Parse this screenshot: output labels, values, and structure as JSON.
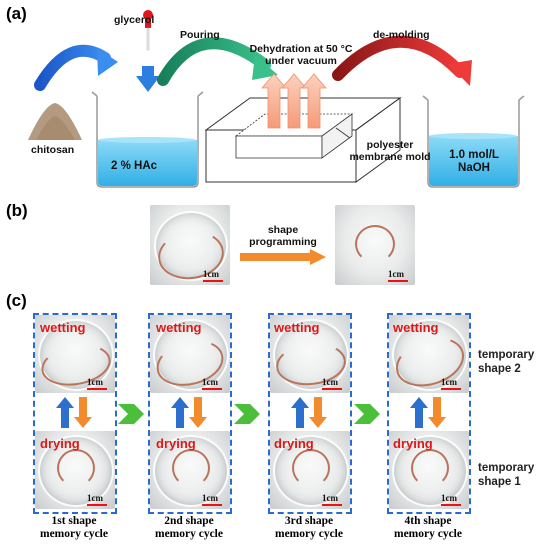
{
  "panel_a": {
    "label": "(a)",
    "chitosan": "chitosan",
    "glycerol": "glycerol",
    "beaker1": "2 % HAc",
    "pouring": "Pouring",
    "dehydration_line1": "Dehydration at 50 °C",
    "dehydration_line2": "under vacuum",
    "demolding": "de-molding",
    "mold_line1": "polyester",
    "mold_line2": "membrane mold",
    "beaker2_line1": "1.0 mol/L",
    "beaker2_line2": "NaOH"
  },
  "panel_b": {
    "label": "(b)",
    "arrow_line1": "shape",
    "arrow_line2": "programming",
    "scale": "1cm"
  },
  "panel_c": {
    "label": "(c)",
    "wetting": "wetting",
    "drying": "drying",
    "scale": "1cm",
    "temporary_2_line1": "temporary",
    "temporary_2_line2": "shape 2",
    "temporary_1_line1": "temporary",
    "temporary_1_line2": "shape 1",
    "cycles": [
      {
        "line1": "1st shape",
        "line2": "memory cycle"
      },
      {
        "line1": "2nd shape",
        "line2": "memory cycle"
      },
      {
        "line1": "3rd shape",
        "line2": "memory cycle"
      },
      {
        "line1": "4th shape",
        "line2": "memory cycle"
      }
    ]
  },
  "colors": {
    "solution_blue": "#2fb6ea",
    "dehydration_arrow": "#f7a98a",
    "pouring_arrow": "#1f9a6a",
    "demold_arrow": "#d8262b",
    "wetting_text": "#e01717",
    "frame_dash": "#2a6bd1",
    "cycle_chevron": "#4bbf3a"
  }
}
